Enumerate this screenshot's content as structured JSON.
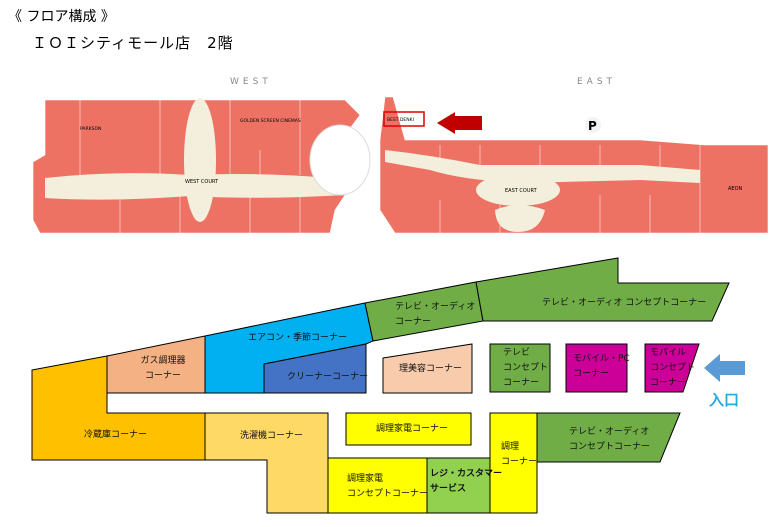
{
  "header": {
    "title": "《 フロア構成 》",
    "subtitle": "ＩＯＩシティモール店　2階"
  },
  "mall_map": {
    "west_label": "WEST",
    "east_label": "EAST",
    "parking_label": "P",
    "west_court": "WEST COURT",
    "east_court": "EAST COURT",
    "stores": [
      "PARKSON",
      "GOLDEN SCREEN CINEMAS",
      "BEST DENKI",
      "AEON"
    ],
    "colors": {
      "store": "#ee7264",
      "corridor": "#f3efdc",
      "highlight": "#e00000"
    }
  },
  "floor_plan": {
    "zones": [
      {
        "label1": "冷蔵庫コーナー",
        "color": "#ffc000"
      },
      {
        "label1": "ガス調理器",
        "label2": "コーナー",
        "color": "#f4b183"
      },
      {
        "label1": "エアコン・季節コーナー",
        "color": "#00b0f0"
      },
      {
        "label1": "クリーナーコーナー",
        "color": "#4472c4"
      },
      {
        "label1": "テレビ・オーディオ",
        "label2": "コーナー",
        "color": "#70ad47"
      },
      {
        "label1": "テレビ・オーディオ コンセプトコーナー",
        "color": "#70ad47"
      },
      {
        "label1": "理美容コーナー",
        "color": "#f8cbad"
      },
      {
        "label1": "テレビ",
        "label2": "コンセプト",
        "label3": "コーナー",
        "color": "#70ad47"
      },
      {
        "label1": "モバイル・PC",
        "label2": "コーナー",
        "color": "#cc0099"
      },
      {
        "label1": "モバイル",
        "label2": "コンセプト",
        "label3": "コーナー",
        "color": "#cc0099"
      },
      {
        "label1": "洗濯機コーナー",
        "color": "#ffd966"
      },
      {
        "label1": "調理家電コーナー",
        "color": "#ffff00"
      },
      {
        "label1": "調理家電",
        "label2": "コンセプトコーナー",
        "color": "#ffff00"
      },
      {
        "label1": "レジ・カスタマー",
        "label2": "サービス",
        "color": "#92d050"
      },
      {
        "label1": "調理",
        "label2": "コーナー",
        "color": "#ffff00"
      },
      {
        "label1": "テレビ・オーディオ",
        "label2": "コンセプトコーナー",
        "color": "#70ad47"
      }
    ],
    "entrance_label": "入口",
    "entrance_color": "#5b9bd5"
  }
}
